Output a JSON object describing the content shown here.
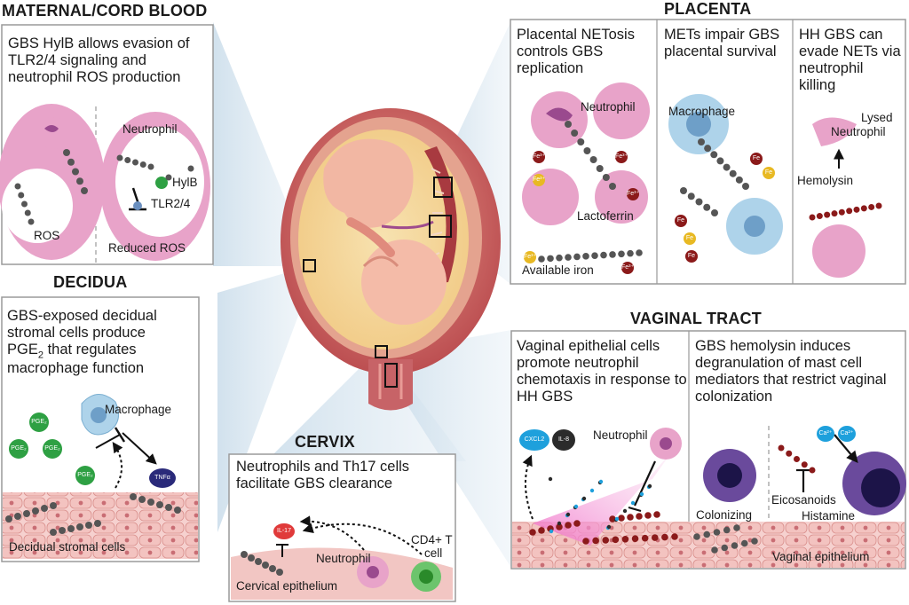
{
  "sections": {
    "maternal": {
      "title": "MATERNAL/CORD BLOOD",
      "text": "GBS HylB allows evasion of TLR2/4 signaling and neutrophil ROS production",
      "labels": {
        "ros": "ROS",
        "neutrophil": "Neutrophil",
        "hylb": "HylB",
        "tlr": "TLR2/4",
        "reduced_ros": "Reduced ROS"
      }
    },
    "decidua": {
      "title": "DECIDUA",
      "text_line1": "GBS-exposed decidual",
      "text_line2": "stromal cells produce",
      "text_line3_pre": "PGE",
      "text_line3_sub": "2",
      "text_line3_post": " that regulates",
      "text_line4": "macrophage function",
      "labels": {
        "macrophage": "Macrophage",
        "pge2": "PGE₂",
        "tnfa": "TNFα",
        "stromal": "Decidual stromal cells"
      }
    },
    "cervix": {
      "title": "CERVIX",
      "text": "Neutrophils and Th17 cells facilitate GBS clearance",
      "labels": {
        "il17": "IL-17",
        "neutrophil": "Neutrophil",
        "cd4": "CD4+ T",
        "cd4_line2": "cell",
        "epithelium": "Cervical epithelium"
      }
    },
    "placenta": {
      "title": "PLACENTA",
      "panels": [
        {
          "text": "Placental NETosis controls GBS replication"
        },
        {
          "text": "METs impair GBS placental survival"
        },
        {
          "text": "HH GBS can evade NETs via neutrophil killing"
        }
      ],
      "labels": {
        "neutrophil": "Neutrophil",
        "lactoferrin": "Lactoferrin",
        "iron": "Available iron",
        "fe3": "Fe³⁺",
        "fe": "Fe",
        "macrophage": "Macrophage",
        "lysed": "Lysed",
        "lysed2": "Neutrophil",
        "hemolysin": "Hemolysin"
      }
    },
    "vaginal": {
      "title": "VAGINAL TRACT",
      "panels": [
        {
          "text": "Vaginal epithelial cells promote neutrophil chemotaxis in response to HH GBS"
        },
        {
          "text": "GBS hemolysin induces degranulation of mast cell mediators that restrict vaginal colonization"
        }
      ],
      "labels": {
        "cxcl2": "CXCL2",
        "il8": "IL-8",
        "neutrophil": "Neutrophil",
        "colonizing": "Colonizing",
        "eicosanoids": "Eicosanoids",
        "histamine": "Histamine",
        "epithelium": "Vaginal epithelium",
        "ca": "Ca²⁺"
      }
    }
  },
  "colors": {
    "neutrophil_pink": "#e8a3c9",
    "nucleus_purple": "#9a4a8e",
    "bacteria_gray": "#555555",
    "macrophage_blue": "#aed3ea",
    "epithelium_pink": "#f2c6c3",
    "iron_red": "#8b1a1a",
    "hylb_green": "#2ea043",
    "chemokine_blue": "#1ea0dc",
    "uterus_red": "#c0575a",
    "fetus_yellow": "#f8dfa3"
  }
}
